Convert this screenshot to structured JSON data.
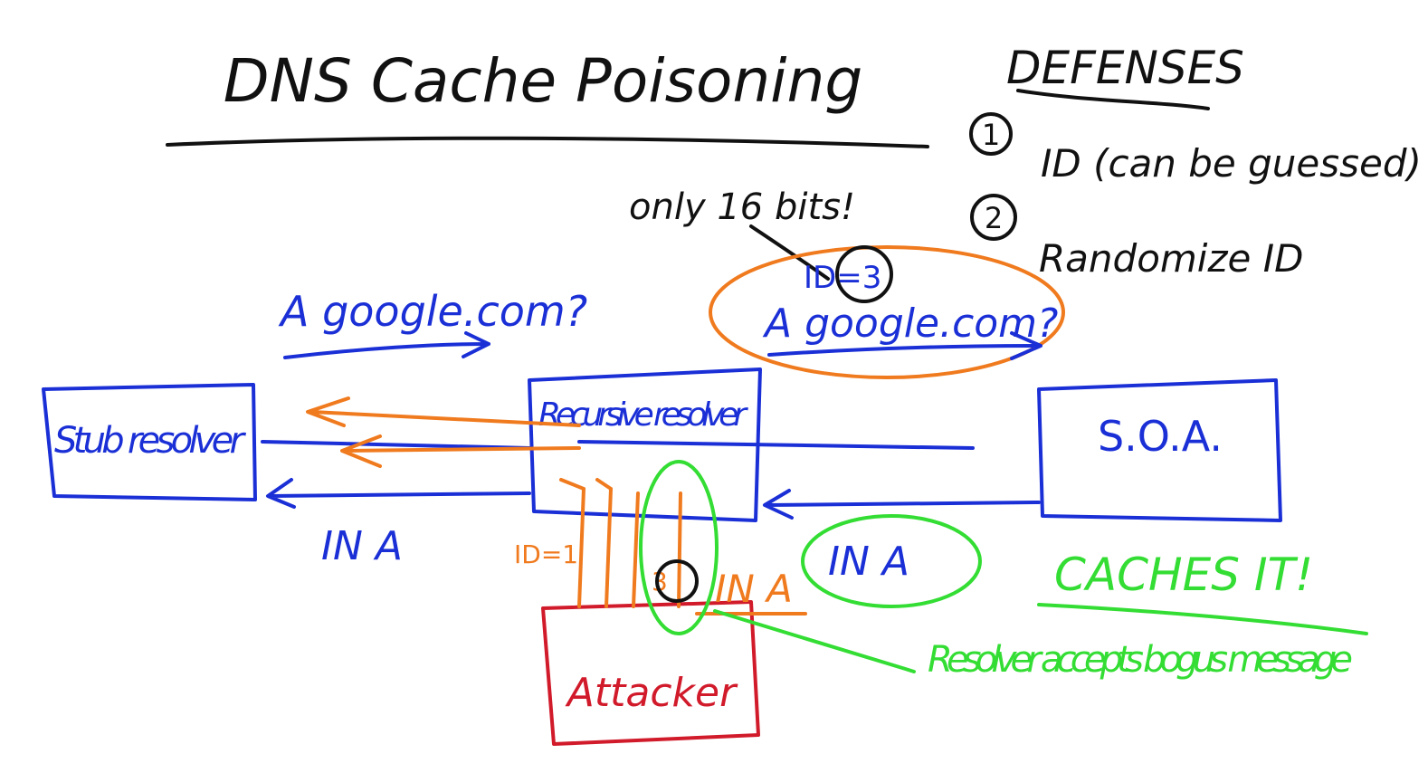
{
  "title": "DNS Cache Poisoning",
  "defenses": {
    "heading": "DEFENSES",
    "items": [
      {
        "num": "1",
        "text": "ID (can be guessed)"
      },
      {
        "num": "2",
        "text": "Randomize ID"
      }
    ]
  },
  "nodes": {
    "stub": "Stub resolver",
    "recursive": "Recursive resolver",
    "soa": "S.O.A.",
    "attacker": "Attacker"
  },
  "labels": {
    "query_stub": "A google.com?",
    "query_recursive": "A google.com?",
    "query_id": "ID=3",
    "only16": "only 16 bits!",
    "reply_stub": "IN A",
    "reply_soa": "IN A",
    "attacker_reply": "IN A",
    "spoof_id": "ID=1",
    "spoof_id_guess": "3",
    "caches": "CACHES IT!",
    "accepts": "Resolver accepts bogus message"
  },
  "colors": {
    "title_ink": "#111111",
    "protocol_ink": "#1a2fd6",
    "spoof_ink": "#f07a1e",
    "highlight_ink": "#33dd33",
    "attacker_ink": "#d11a2a"
  }
}
